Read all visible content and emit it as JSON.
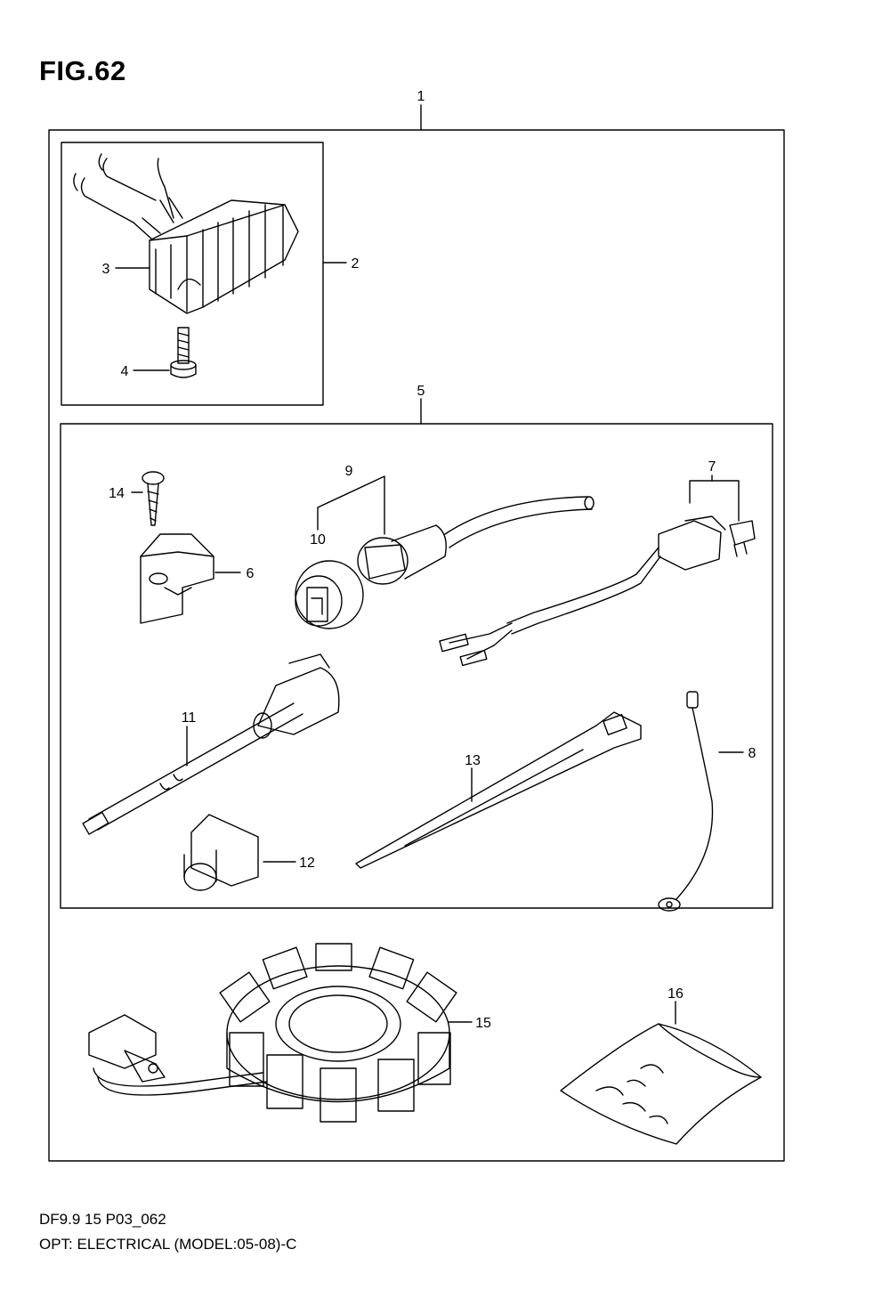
{
  "figure": {
    "title": "FIG.62"
  },
  "callouts": [
    "1",
    "2",
    "3",
    "4",
    "5",
    "6",
    "7",
    "8",
    "9",
    "10",
    "11",
    "12",
    "13",
    "14",
    "15",
    "16"
  ],
  "footer": {
    "code": "DF9.9 15 P03_062",
    "description": "OPT: ELECTRICAL (MODEL:05-08)-C"
  }
}
